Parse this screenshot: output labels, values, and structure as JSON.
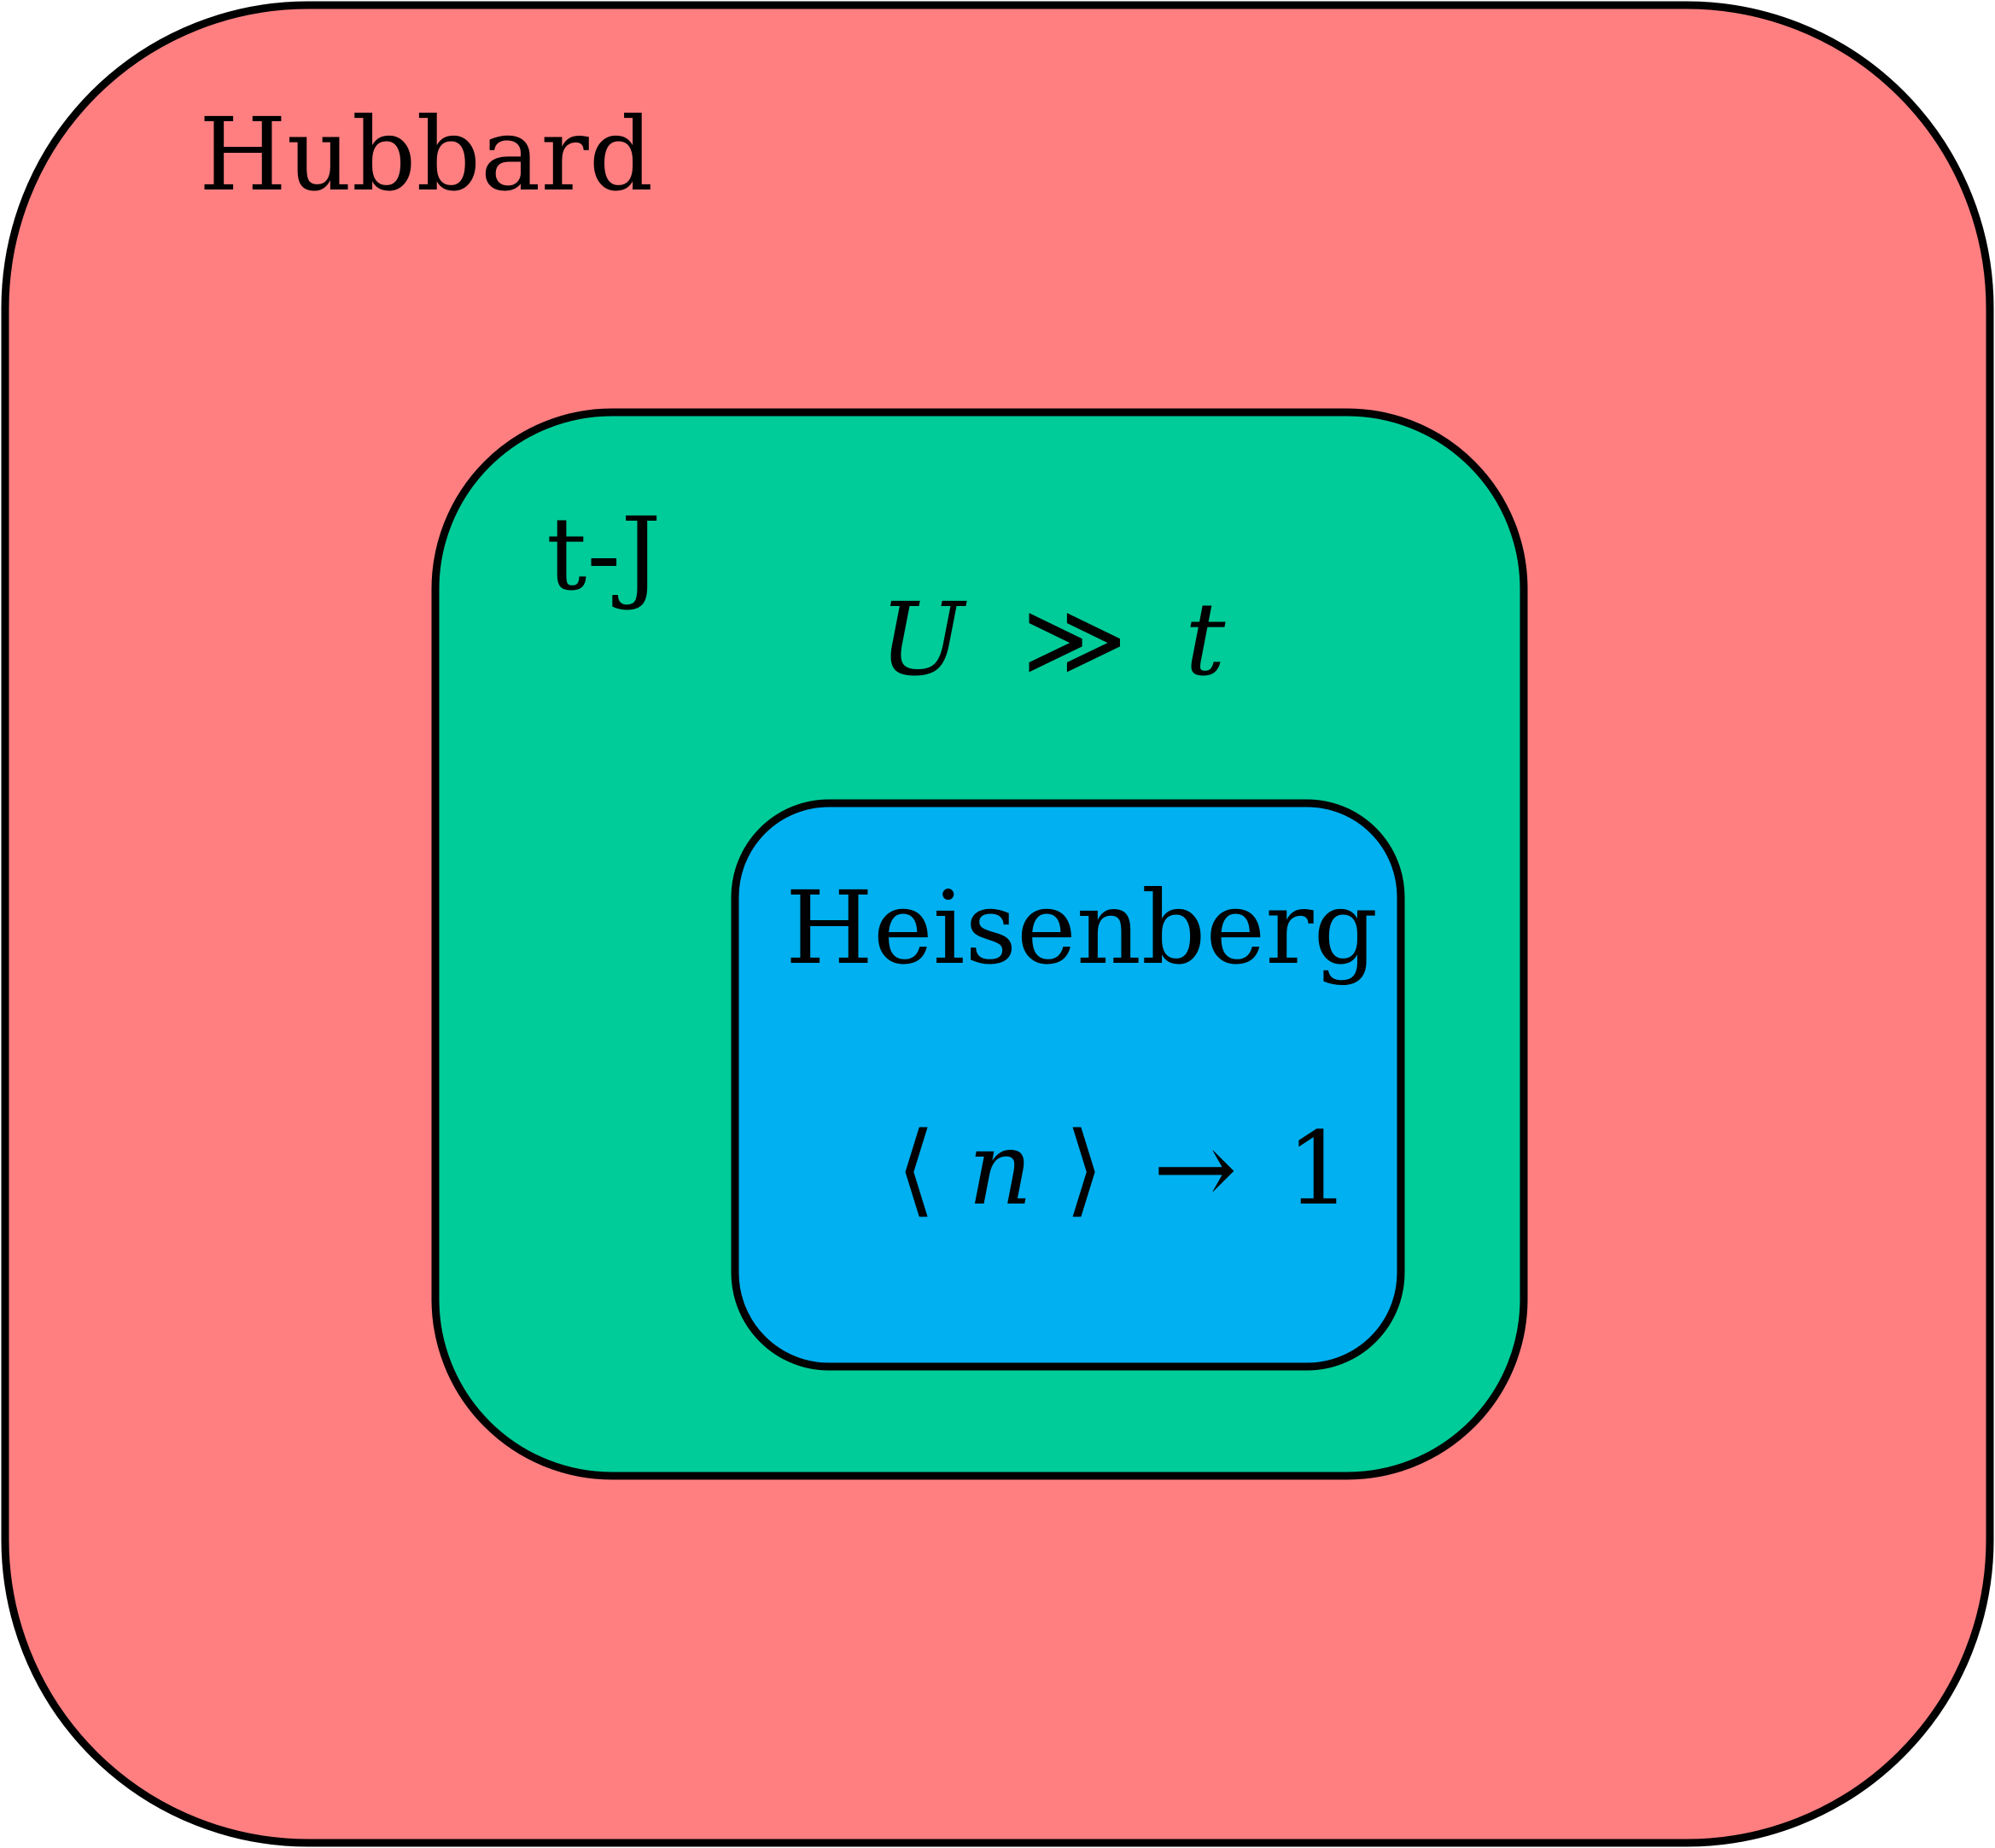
{
  "regions": {
    "hubbard": {
      "label": "Hubbard",
      "fill": "#FF7F81"
    },
    "tj": {
      "label": "t-J",
      "fill": "#00CC99",
      "condition": {
        "lhs": "U",
        "relation": "≫",
        "rhs": "t"
      }
    },
    "heisenberg": {
      "label": "Heisenberg",
      "fill": "#00B0F0",
      "condition": {
        "open": "⟨",
        "var": "n",
        "close": "⟩",
        "arrow": "→",
        "value": "1"
      }
    }
  },
  "stroke_color": "#000000"
}
